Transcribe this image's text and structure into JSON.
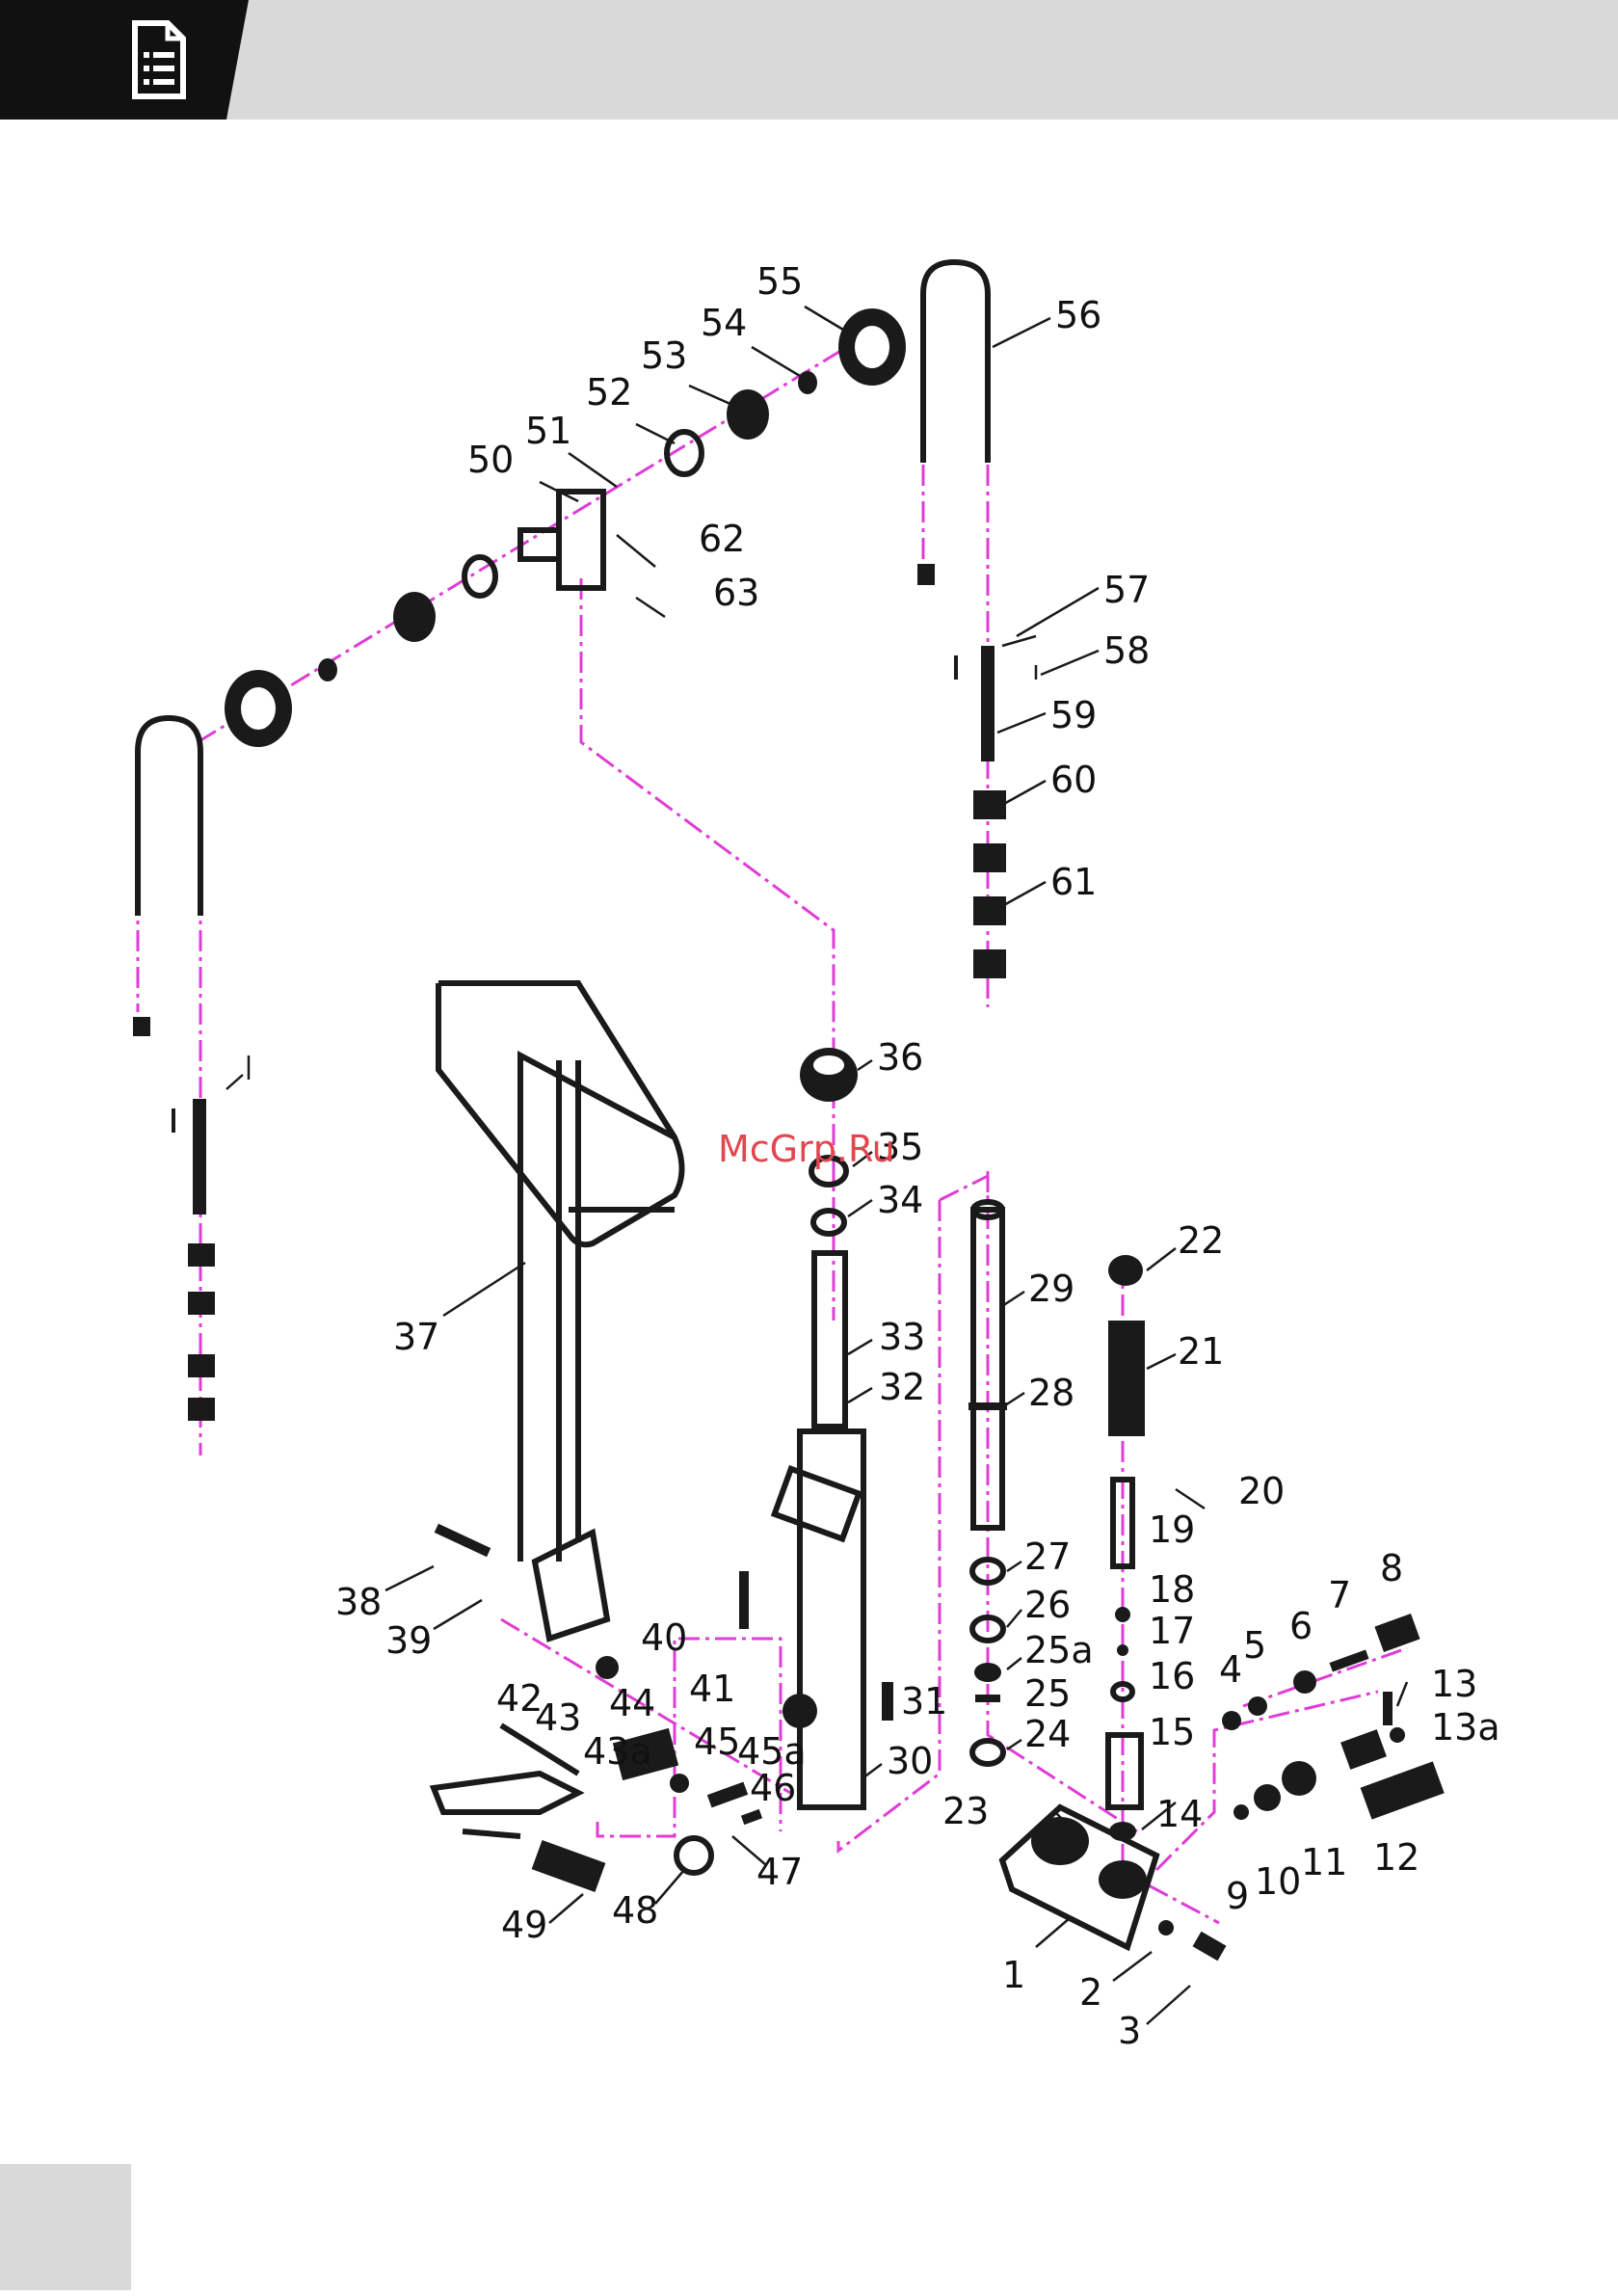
{
  "colors": {
    "header_dark": "#111111",
    "header_light": "#d9d9d9",
    "assembly_line": "#e03cd6",
    "parts": "#1a1a1a",
    "watermark": "#e2474f",
    "footer_tab": "#d9d9d9"
  },
  "header": {
    "icon": "document-list-icon"
  },
  "watermark": {
    "text": "McGrp.Ru"
  },
  "callouts": [
    "1",
    "2",
    "3",
    "4",
    "5",
    "6",
    "7",
    "8",
    "9",
    "10",
    "11",
    "12",
    "13",
    "13a",
    "14",
    "15",
    "16",
    "17",
    "18",
    "19",
    "20",
    "21",
    "22",
    "23",
    "24",
    "25",
    "25a",
    "26",
    "27",
    "28",
    "29",
    "30",
    "31",
    "32",
    "33",
    "34",
    "35",
    "36",
    "37",
    "38",
    "39",
    "40",
    "41",
    "42",
    "43",
    "43a",
    "44",
    "45",
    "45a",
    "46",
    "47",
    "48",
    "49",
    "50",
    "51",
    "52",
    "53",
    "54",
    "55",
    "56",
    "57",
    "58",
    "59",
    "60",
    "61",
    "62",
    "63"
  ]
}
